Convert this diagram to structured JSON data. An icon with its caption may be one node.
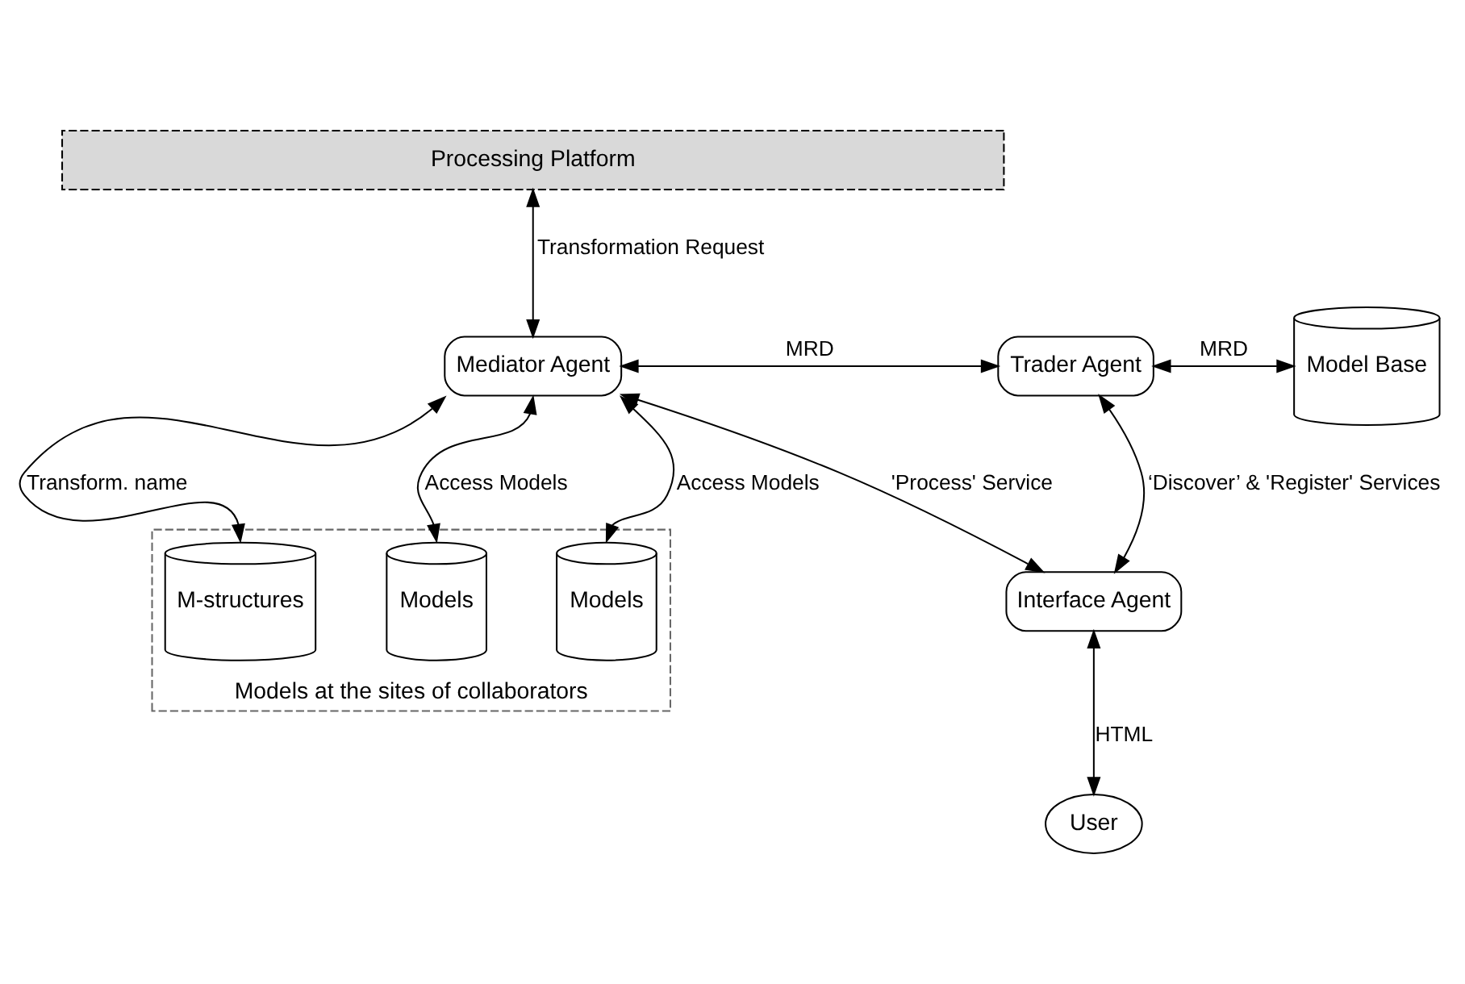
{
  "diagram": {
    "nodes": [
      {
        "text": [
          "Processing Platform"
        ]
      },
      {
        "text": [
          "Mediator Agent"
        ]
      },
      {
        "text": [
          "Trader Agent"
        ]
      },
      {
        "text": [
          "Model Base"
        ]
      },
      {
        "text": [
          "Interface Agent"
        ]
      },
      {
        "text": [
          "Models at the sites of collaborators"
        ]
      },
      {
        "text": [
          "M-structures"
        ],
        "in": 5
      },
      {
        "text": [
          "Models"
        ],
        "in": 5
      },
      {
        "text": [
          "Models"
        ],
        "in": 5
      },
      {
        "text": [
          "User"
        ]
      }
    ],
    "edges": [
      {
        "from": 1,
        "to": 0,
        "arrow": "both",
        "label": "Transformation Request"
      },
      {
        "from": 2,
        "to": 3,
        "arrow": "both",
        "label": "MRD"
      },
      {
        "from": 1,
        "to": 2,
        "arrow": "both",
        "label": "MRD"
      },
      {
        "from": 6,
        "to": 1,
        "arrow": "both",
        "label": "Transform. name"
      },
      {
        "from": 7,
        "to": 1,
        "arrow": "both",
        "label": "Access Models"
      },
      {
        "from": 8,
        "to": 1,
        "arrow": "both",
        "label": "Access Models"
      },
      {
        "from": 1,
        "to": 4,
        "arrow": "both",
        "label": "'Process' Service"
      },
      {
        "from": 2,
        "to": 4,
        "arrow": "both",
        "label": "‘Discover’ & 'Register' Services"
      },
      {
        "from": 4,
        "to": 9,
        "arrow": "both",
        "label": "HTML"
      }
    ]
  }
}
